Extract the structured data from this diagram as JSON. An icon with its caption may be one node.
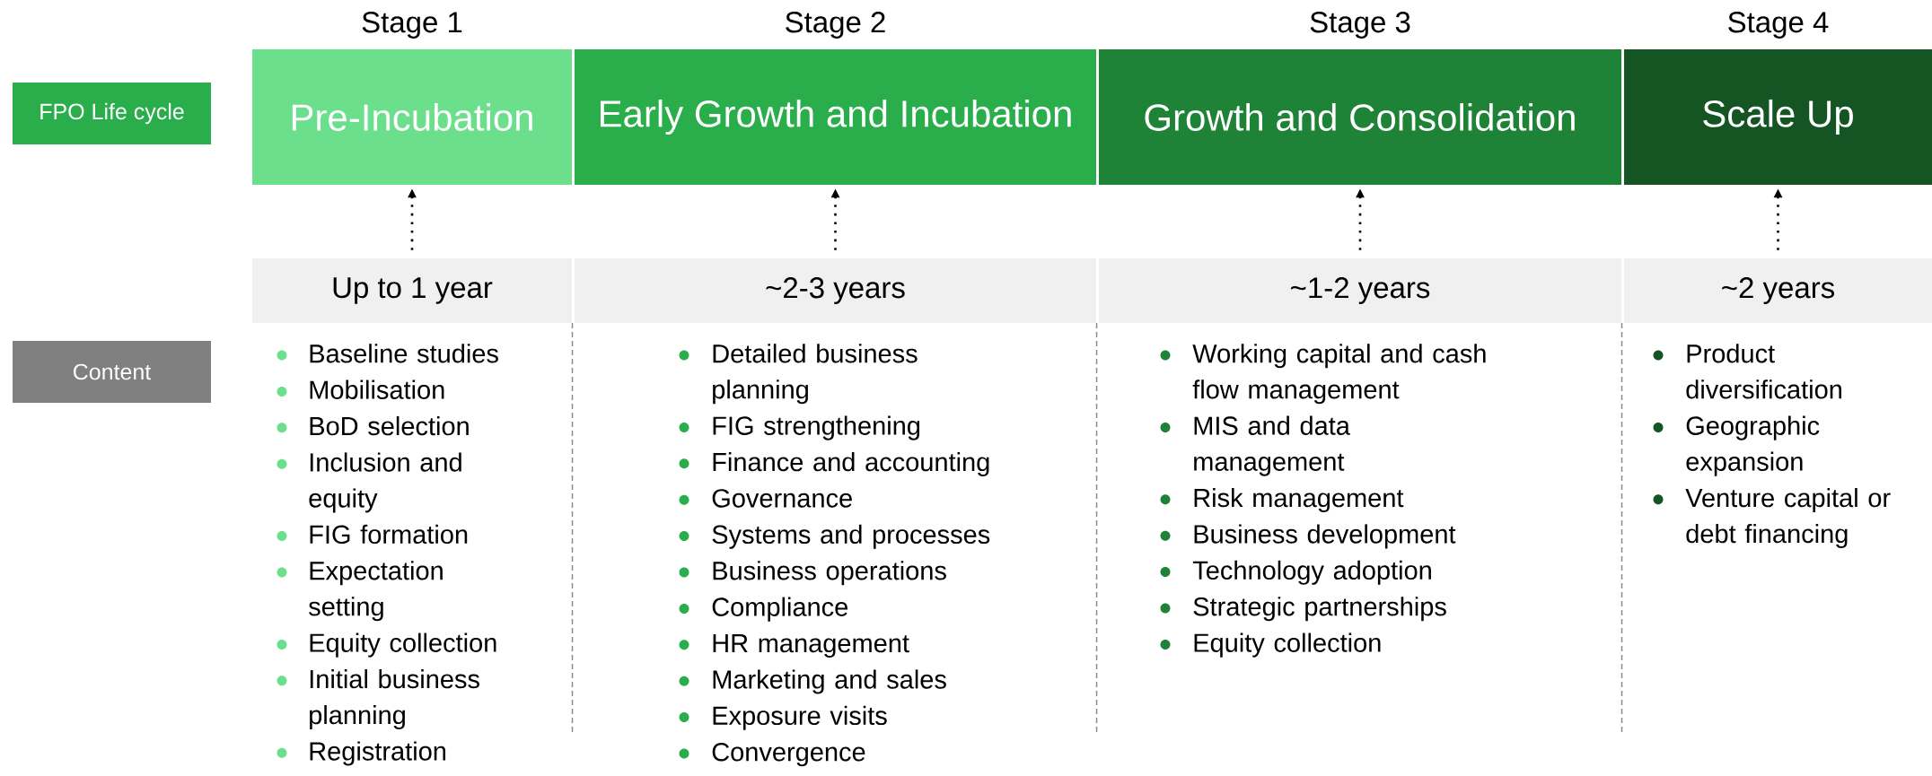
{
  "diagram": {
    "nodes": [
      {
        "text": [
          "FPO Life cycle"
        ]
      },
      {
        "text": [
          "Stage 1",
          "Pre-Incubation"
        ]
      },
      {
        "text": [
          "Stage 2",
          "Early Growth and Incubation"
        ]
      },
      {
        "text": [
          "Stage 3",
          "Growth and Consolidation"
        ]
      },
      {
        "text": [
          "Stage 4",
          "Scale Up"
        ]
      },
      {
        "text": [
          "Up to 1 year"
        ],
        "beside": [
          "Baseline studies",
          "Mobilisation",
          "BoD selection",
          "Inclusion and equity",
          "FIG formation",
          "Expectation setting",
          "Equity collection",
          "Initial business planning",
          "Registration"
        ]
      },
      {
        "text": [
          "~2-3 years"
        ],
        "beside": [
          "Detailed business planning",
          "FIG strengthening",
          "Finance and accounting",
          "Governance",
          "Systems and processes",
          "Business operations",
          "Compliance",
          "HR management",
          "Marketing and sales",
          "Exposure visits",
          "Convergence"
        ]
      },
      {
        "text": [
          "~1-2 years"
        ],
        "beside": [
          "Working capital and cash flow management",
          "MIS and data management",
          "Risk management",
          "Business development",
          "Technology adoption",
          "Strategic partnerships",
          "Equity collection"
        ]
      },
      {
        "text": [
          "~2 years"
        ],
        "beside": [
          "Product diversification",
          "Geographic expansion",
          "Venture capital or debt financing"
        ]
      },
      {
        "text": [
          "Content"
        ]
      }
    ],
    "edges": [
      {
        "from": 5,
        "to": 1,
        "arrow": "to",
        "style": "dashed"
      },
      {
        "from": 6,
        "to": 2,
        "arrow": "to",
        "style": "dashed"
      },
      {
        "from": 7,
        "to": 3,
        "arrow": "to",
        "style": "dashed"
      },
      {
        "from": 8,
        "to": 4,
        "arrow": "to",
        "style": "dashed"
      }
    ]
  }
}
